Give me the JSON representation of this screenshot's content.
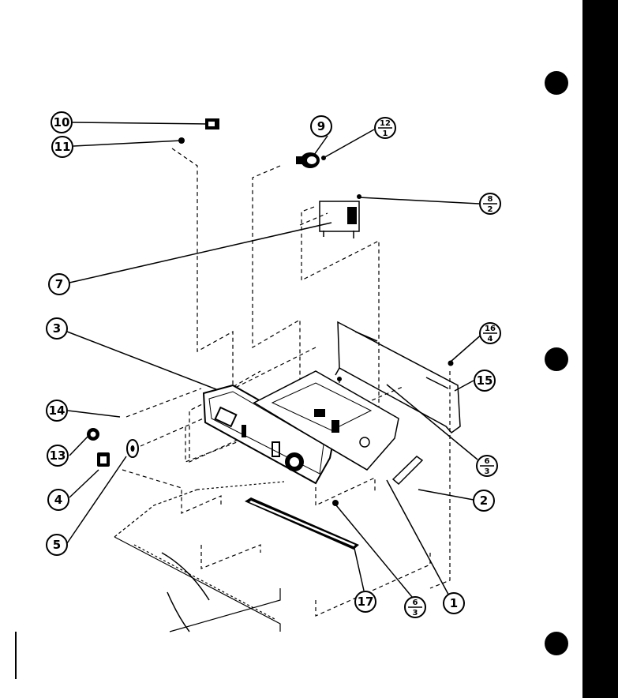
{
  "callouts": {
    "c1": "1",
    "c2": "2",
    "c3": "3",
    "c4": "4",
    "c5": "5",
    "c7": "7",
    "c9": "9",
    "c10": "10",
    "c11": "11",
    "c13": "13",
    "c14": "14",
    "c15": "15",
    "c17": "17",
    "f12": {
      "top": "12",
      "bottom": "1"
    },
    "f8": {
      "top": "8",
      "bottom": "2"
    },
    "f16": {
      "top": "16",
      "bottom": "4"
    },
    "f6a": {
      "top": "6",
      "bottom": "3"
    },
    "f6b": {
      "top": "6",
      "bottom": "3"
    }
  },
  "colors": {
    "ink": "#000000",
    "paper": "#ffffff"
  }
}
